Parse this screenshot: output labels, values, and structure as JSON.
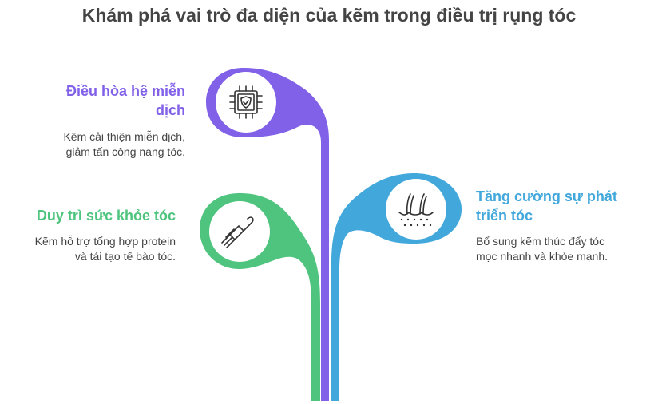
{
  "title": "Khám phá vai trò đa diện của kẽm trong điều trị rụng tóc",
  "colors": {
    "purple": "#8161E8",
    "green": "#4FC47E",
    "blue": "#42A8DB",
    "text": "#444444"
  },
  "items": [
    {
      "heading_line1": "Điều hòa hệ miễn",
      "heading_line2": "dịch",
      "desc_line1": "Kẽm cải thiện miễn dịch,",
      "desc_line2": "giảm tấn công nang tóc.",
      "icon": "chip-shield-icon",
      "color": "#8161E8"
    },
    {
      "heading_line1": "Duy trì sức khỏe tóc",
      "desc_line1": "Kẽm hỗ trợ tổng hợp protein",
      "desc_line2": "và tái tạo tế bào tóc.",
      "icon": "comb-icon",
      "color": "#4FC47E"
    },
    {
      "heading_line1": "Tăng cường sự phát",
      "heading_line2": "triển tóc",
      "desc_line1": "Bổ sung kẽm thúc đẩy tóc",
      "desc_line2": "mọc nhanh và khỏe mạnh.",
      "icon": "hair-follicle-icon",
      "color": "#42A8DB"
    }
  ]
}
